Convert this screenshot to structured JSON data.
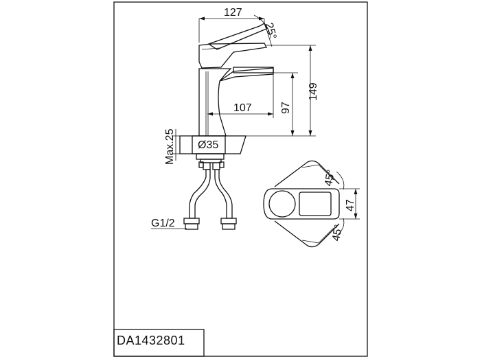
{
  "model_code": "DA1432801",
  "dimensions": {
    "overall_length": "127",
    "handle_angle": "25°",
    "total_height": "149",
    "spout_height": "97",
    "spout_reach": "107",
    "max_deck_thickness": "Max.25",
    "mounting_hole": "Ø35",
    "thread": "G1/2",
    "handle_rotation_top": "45°",
    "handle_rotation_bottom": "45°",
    "body_width": "47"
  }
}
